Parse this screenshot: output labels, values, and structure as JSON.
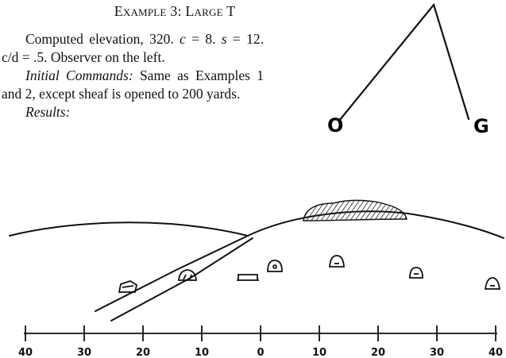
{
  "example": {
    "heading_prefix": "Example",
    "heading_number": "3",
    "heading_title": "Large T"
  },
  "body": {
    "line1": "Computed elevation, 320. ",
    "c_var": "c",
    "eq_c": " = 8. ",
    "s_var": "s",
    "eq_s": " = 12. c/d = .5. Observer on the left.",
    "commands_label": "Initial Commands:",
    "commands_text": " Same as Examples 1 and 2, except sheaf is opened to 200 yards.",
    "results_label": "Results:"
  },
  "diagram": {
    "left_label": "O",
    "right_label": "G"
  },
  "scale": {
    "ticks": [
      "40",
      "30",
      "20",
      "10",
      "0",
      "10",
      "20",
      "30",
      "40"
    ]
  }
}
